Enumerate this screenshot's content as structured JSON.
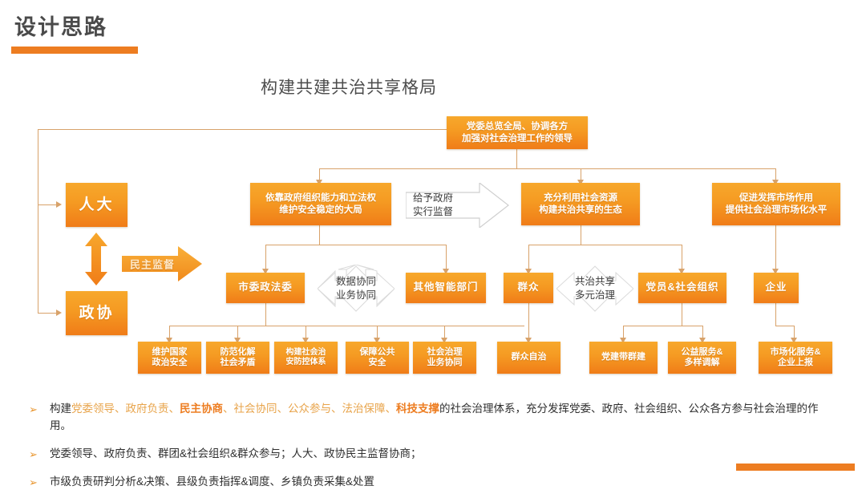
{
  "header": {
    "title": "设计思路"
  },
  "diagram": {
    "title": "构建共建共治共享格局",
    "top_box": "党委总览全局、协调各方\n加强对社会治理工作的领导",
    "left_nodes": [
      {
        "label": "人大"
      },
      {
        "label": "政协"
      }
    ],
    "supervision_arrow": "民主监督",
    "level1": [
      {
        "label": "依靠政府组织能力和立法权\n维护安全稳定的大局"
      },
      {
        "label": "充分利用社会资源\n构建共治共享的生态"
      },
      {
        "label": "促进发挥市场作用\n提供社会治理市场化水平"
      }
    ],
    "gov_supervise_arrow": "给予政府\n实行监督",
    "collab_arrow_left": "数据协同\n业务协同",
    "collab_arrow_right": "共治共享\n多元治理",
    "level2": [
      {
        "label": "市委政法委"
      },
      {
        "label": "其他智能部门"
      },
      {
        "label": "群众"
      },
      {
        "label": "党员&社会组织"
      },
      {
        "label": "企业"
      }
    ],
    "level3": [
      {
        "label": "维护国家\n政治安全"
      },
      {
        "label": "防范化解\n社会矛盾"
      },
      {
        "label": "构建社会治\n安防控体系"
      },
      {
        "label": "保障公共\n安全"
      },
      {
        "label": "社会治理\n业务协同"
      },
      {
        "label": "群众自治"
      },
      {
        "label": "党建带群建"
      },
      {
        "label": "公益服务&\n多样调解"
      },
      {
        "label": "市场化服务&\n企业上报"
      }
    ]
  },
  "bullets": [
    {
      "marker": "➢",
      "segments": [
        {
          "text": "构建",
          "style": "plain"
        },
        {
          "text": "党委领导、政府负责、",
          "style": "orange-light"
        },
        {
          "text": "民主协商",
          "style": "orange-bold"
        },
        {
          "text": "、社会协同、公众参与、法治保障、",
          "style": "orange-light"
        },
        {
          "text": "科技支撑",
          "style": "orange-bold"
        },
        {
          "text": "的社会治理体系，充分发挥党委、政府、社会组织、公众各方参与社会治理的作用。",
          "style": "plain"
        }
      ]
    },
    {
      "marker": "➢",
      "segments": [
        {
          "text": "党委领导、政府负责、群团&社会组织&群众参与；人大、政协民主监督协商；",
          "style": "plain"
        }
      ]
    },
    {
      "marker": "➢",
      "segments": [
        {
          "text": "市级负责研判分析&决策、县级负责指挥&调度、乡镇负责采集&处置",
          "style": "plain"
        }
      ]
    }
  ],
  "colors": {
    "accent": "#ED7D21",
    "box_top": "#F7A82C",
    "box_bottom": "#F07C18",
    "connector": "#D8A26A",
    "title_text": "#4a4a4a"
  }
}
